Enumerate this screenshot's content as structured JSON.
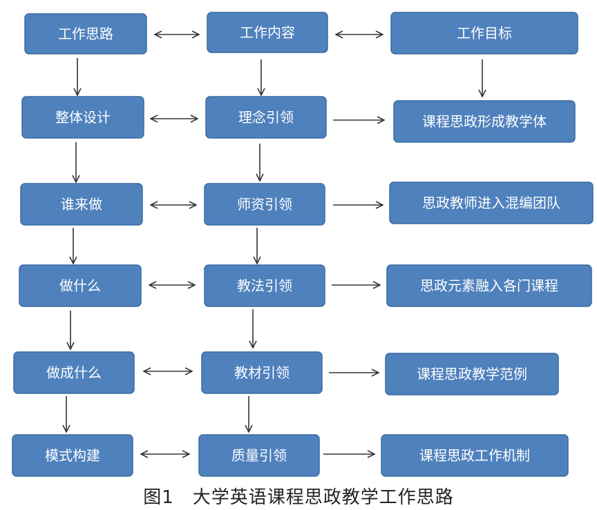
{
  "colors": {
    "box_fill": "#4f81bd",
    "box_stroke": "#3a6aa2",
    "arrow": "#333333",
    "text": "#ffffff"
  },
  "columns": {
    "left": [
      "工作思路",
      "整体设计",
      "谁来做",
      "做什么",
      "做成什么",
      "模式构建"
    ],
    "middle": [
      "工作内容",
      "理念引领",
      "师资引领",
      "教法引领",
      "教材引领",
      "质量引领"
    ],
    "right": [
      "工作目标",
      "课程思政形成教学体",
      "思政教师进入混编团队",
      "思政元素融入各门课程",
      "课程思政教学范例",
      "课程思政工作机制"
    ]
  },
  "caption": "图1　大学英语课程思政教学工作思路"
}
